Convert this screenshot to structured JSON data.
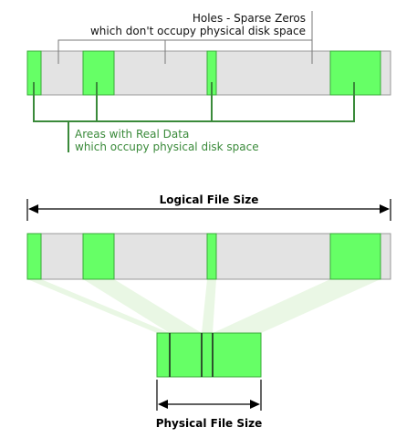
{
  "top": {
    "holes_line1": "Holes - Sparse Zeros",
    "holes_line2": "which don't occupy physical disk space",
    "areas_line1": "Areas with Real Data",
    "areas_line2": "which occupy physical disk space"
  },
  "middle": {
    "logical_size_label": "Logical File Size"
  },
  "bottom": {
    "physical_size_label": "Physical File Size"
  },
  "colors": {
    "data_fill": "#66ff66",
    "data_stroke": "#22aa22",
    "hole_fill": "#e3e3e3",
    "callout_green": "#3a8a3a",
    "callout_gray": "#7a7a7a",
    "funnel": "#e6f6e0"
  }
}
